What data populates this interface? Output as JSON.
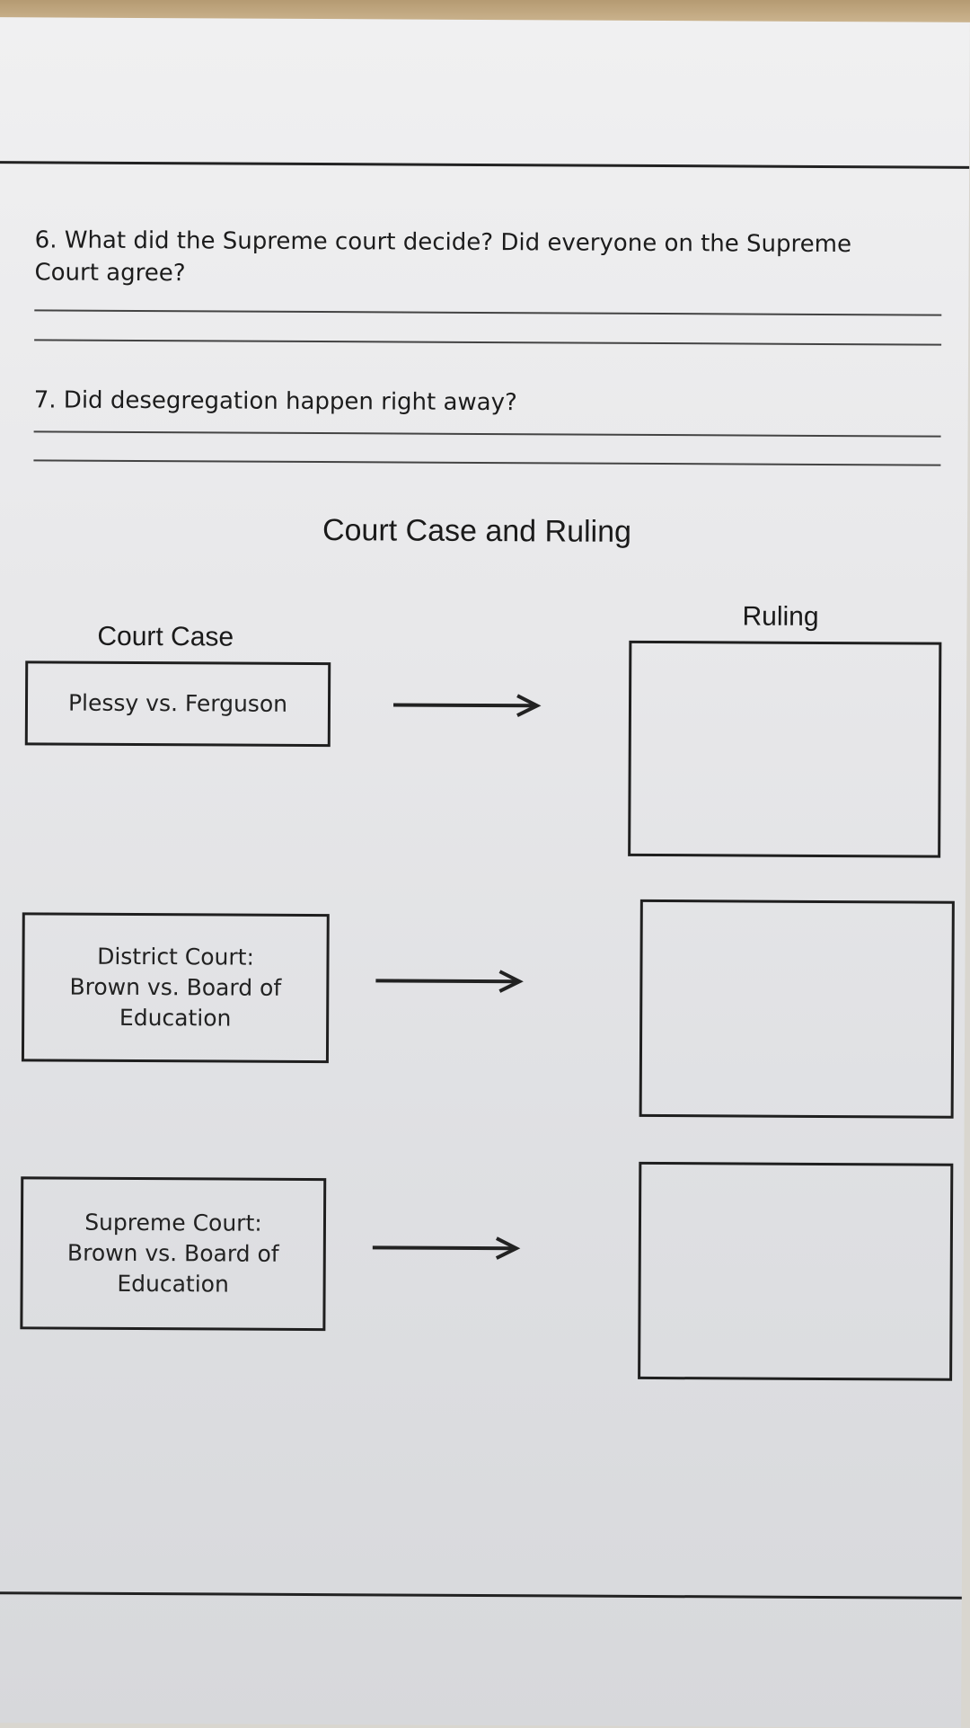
{
  "worksheet": {
    "questions": [
      {
        "line1": "6. What did the Supreme court decide? Did everyone on the Supreme",
        "line2": "Court agree?"
      },
      {
        "line1": "7. Did desegregation happen right away?"
      }
    ],
    "section_title": "Court Case and Ruling",
    "column_headers": {
      "court_case": "Court Case",
      "ruling": "Ruling"
    },
    "cases": [
      {
        "lines": [
          "Plessy vs. Ferguson"
        ]
      },
      {
        "lines": [
          "District Court:",
          "Brown vs. Board of",
          "Education"
        ]
      },
      {
        "lines": [
          "Supreme Court:",
          "Brown vs. Board of",
          "Education"
        ]
      }
    ]
  }
}
